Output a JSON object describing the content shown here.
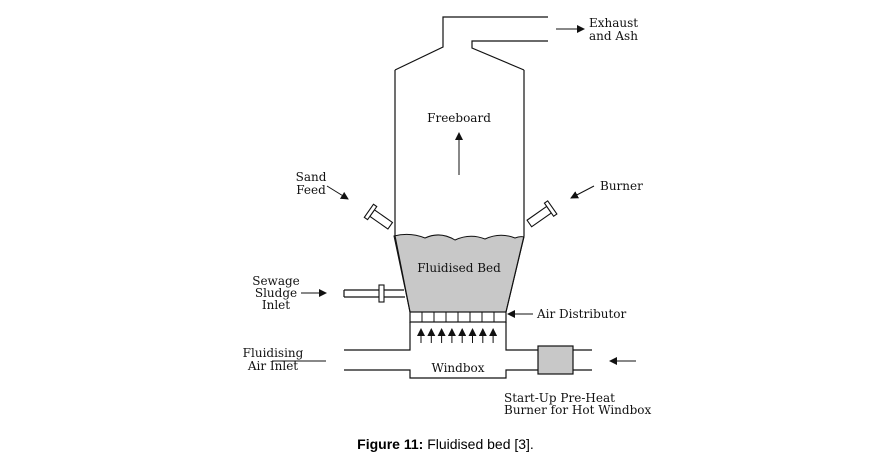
{
  "labels": {
    "exhaust_1": "Exhaust",
    "exhaust_2": "and Ash",
    "freeboard": "Freeboard",
    "sand_1": "Sand",
    "sand_2": "Feed",
    "burner": "Burner",
    "bed": "Fluidised Bed",
    "sewage_1": "Sewage",
    "sewage_2": "Sludge",
    "sewage_3": "Inlet",
    "distributor": "Air Distributor",
    "air_1": "Fluidising",
    "air_2": "Air Inlet",
    "windbox": "Windbox",
    "preheat_1": "Start-Up Pre-Heat",
    "preheat_2": "Burner for Hot Windbox"
  },
  "caption": {
    "bold": "Figure 11:",
    "text": " Fluidised bed [3]."
  },
  "colors": {
    "bed_fill": "#c8c8c8",
    "preheater_fill": "#c8c8c8",
    "line": "#111111"
  }
}
